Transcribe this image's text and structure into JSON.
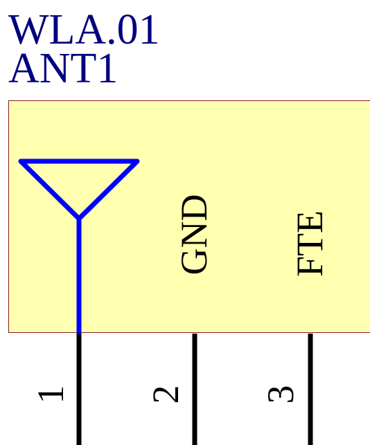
{
  "component": {
    "designator": "WLA.01",
    "value": "ANT1"
  },
  "pins": [
    {
      "number": "1",
      "name": ""
    },
    {
      "number": "2",
      "name": "GND"
    },
    {
      "number": "3",
      "name": "FTE"
    }
  ],
  "colors": {
    "text_ref": "#00007f",
    "body_fill": "#ffffb0",
    "body_border": "#8b1a1a",
    "antenna": "#0000ff",
    "pin": "#000000"
  },
  "icons": {
    "antenna": "antenna-icon"
  }
}
